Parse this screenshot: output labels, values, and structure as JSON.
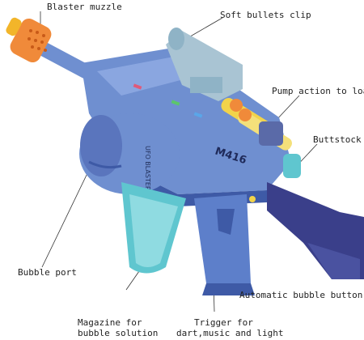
{
  "labels": {
    "muzzle": "Blaster muzzle",
    "clip": "Soft bullets clip",
    "pump": "Pump action to load",
    "buttstock": "Buttstock",
    "bubble_port": "Bubble port",
    "auto_button": "Automatic bubble button",
    "magazine_line1": "Magazine for",
    "magazine_line2": "bubble solution",
    "trigger_line1": "Trigger for",
    "trigger_line2": "dart,music and light"
  },
  "product": {
    "model_text": "M416",
    "drum_text": "UFO BLASTER"
  },
  "colors": {
    "body_blue": "#6f8fd0",
    "body_dark": "#3e5aa6",
    "stock_navy": "#3a3f8a",
    "muzzle_orange": "#f08a3a",
    "scope_gray": "#a9c4d3",
    "magazine_teal": "#5fc6cf",
    "bullet_yellow": "#f2d34a"
  }
}
